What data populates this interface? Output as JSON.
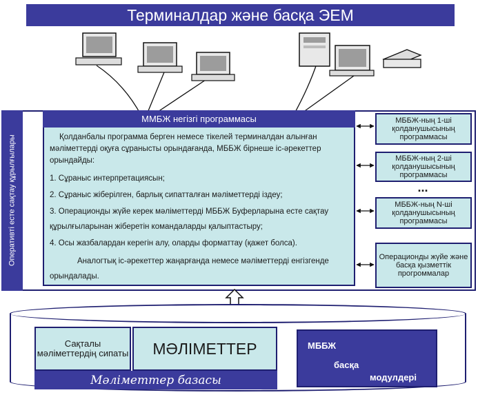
{
  "title": "Терминалдар және басқа ЭЕМ",
  "side_label": "Оперативті есте сақтау құрылғылары",
  "main": {
    "header": "ММБЖ негізгі программасы",
    "intro": "Қолданбалы программа берген немесе тікелей терминалдан алынған мәліметтерді оқуға сұранысты орындағанда, МББЖ бірнеше іс-әрекеттер орындайды:",
    "steps": [
      "1. Сұраныс интерпретациясын;",
      "2. Сұраныс жіберілген, барлық сипатталған мәліметтерді іздеу;",
      "3. Операционды жүйе керек мәліметтерді МББЖ Буферларына есте сақтау құрылғыларынан жіберетін командаларды қалыптастыру;",
      "4. Осы жазбалардан керегін алу, оларды форматтау (қажет болса)."
    ],
    "note": "Аналогтық іс-әрекеттер жаңарғанда немесе мәліметтерді енгізгенде орындалады."
  },
  "right_boxes": [
    "МББЖ-ның 1-ші қолданушысының программасы",
    "МББЖ-ның 2-ші қолданушысының программасы",
    "МББЖ-ның N-ші қолданушысының программасы",
    "Операционды жүйе және басқа қызметтік прогроммалар"
  ],
  "dots": "...",
  "database": {
    "attributes_label": "Сақталы мәліметтердің сипаты",
    "data_label": "МӘЛІМЕТТЕР",
    "caption": "Мәліметтер базасы"
  },
  "other_modules": {
    "line1": "МББЖ",
    "line2": "басқа",
    "line3": "модулдері"
  }
}
